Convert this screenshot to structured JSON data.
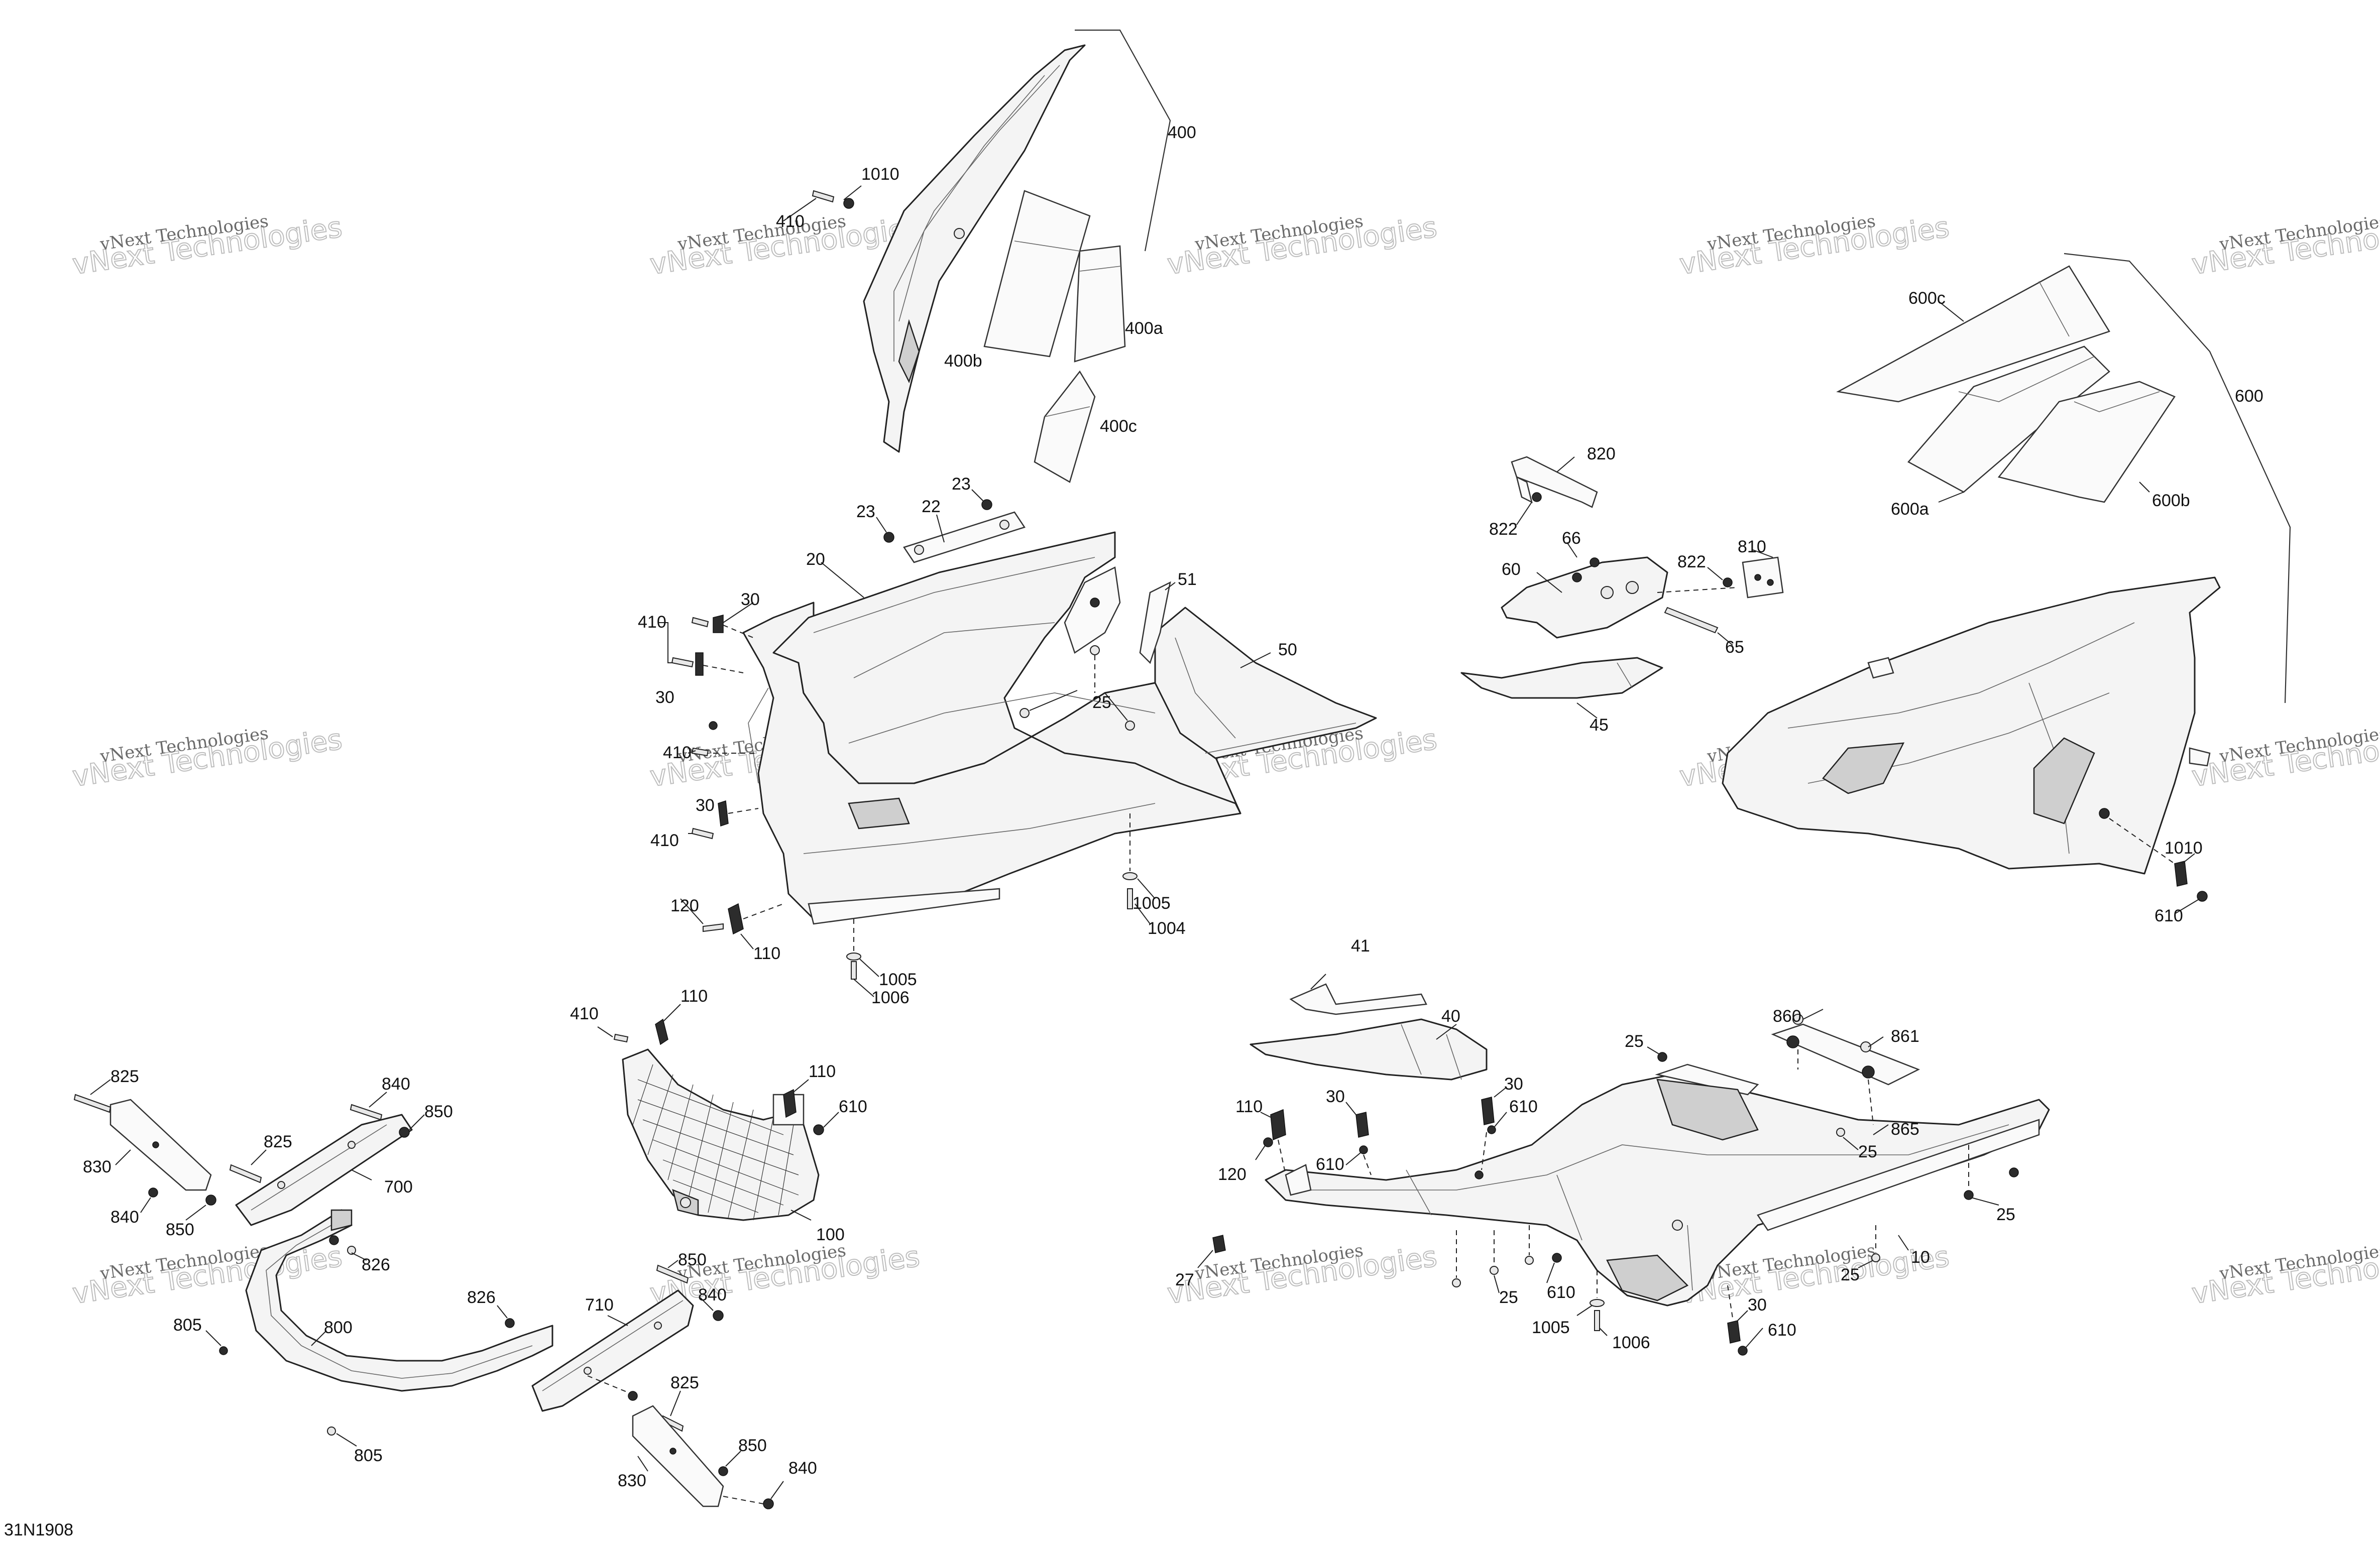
{
  "diagram_code": "31N1908",
  "watermark": {
    "line1": "vNext Technologies",
    "line2": "vNext Technologies"
  },
  "callouts": {
    "c400": "400",
    "c1010a": "1010",
    "c410a": "410",
    "c400a": "400a",
    "c400b": "400b",
    "c400c": "400c",
    "c23a": "23",
    "c23b": "23",
    "c22": "22",
    "c20": "20",
    "c30a": "30",
    "c410b": "410",
    "c30b": "30",
    "c410c": "410",
    "c30c": "30",
    "c410d": "410",
    "c51": "51",
    "c50": "50",
    "c25a": "25",
    "c120a": "120",
    "c110a": "110",
    "c1005a": "1005",
    "c1004": "1004",
    "c1005b": "1005",
    "c1006a": "1006",
    "c820": "820",
    "c822a": "822",
    "c66": "66",
    "c60": "60",
    "c822b": "822",
    "c810": "810",
    "c65": "65",
    "c45": "45",
    "c600c": "600c",
    "c600": "600",
    "c600a": "600a",
    "c600b": "600b",
    "c1010b": "1010",
    "c610a": "610",
    "c41": "41",
    "c40": "40",
    "c410e": "410",
    "c110b": "110",
    "c110c": "110",
    "c610b": "610",
    "c100": "100",
    "c825a": "825",
    "c840a": "840",
    "c850a": "850",
    "c830a": "830",
    "c825b": "825",
    "c700": "700",
    "c840b": "840",
    "c850b": "850",
    "c826a": "826",
    "c805a": "805",
    "c800": "800",
    "c805b": "805",
    "c826b": "826",
    "c710": "710",
    "c850c": "850",
    "c840c": "840",
    "c825c": "825",
    "c830b": "830",
    "c850d": "850",
    "c840d": "840",
    "c25b": "25",
    "c860": "860",
    "c861": "861",
    "c865": "865",
    "c25c": "25",
    "c25d": "25",
    "c110d": "110",
    "c30d": "30",
    "c30e": "30",
    "c610c": "610",
    "c120b": "120",
    "c610d": "610",
    "c10": "10",
    "c27": "27",
    "c25e": "25",
    "c610e": "610",
    "c25f": "25",
    "c1005c": "1005",
    "c1006b": "1006",
    "c30f": "30",
    "c610f": "610"
  },
  "icons": [
    "exploded-parts-diagram",
    "fastener-bolt-icon",
    "fastener-nut-icon"
  ]
}
